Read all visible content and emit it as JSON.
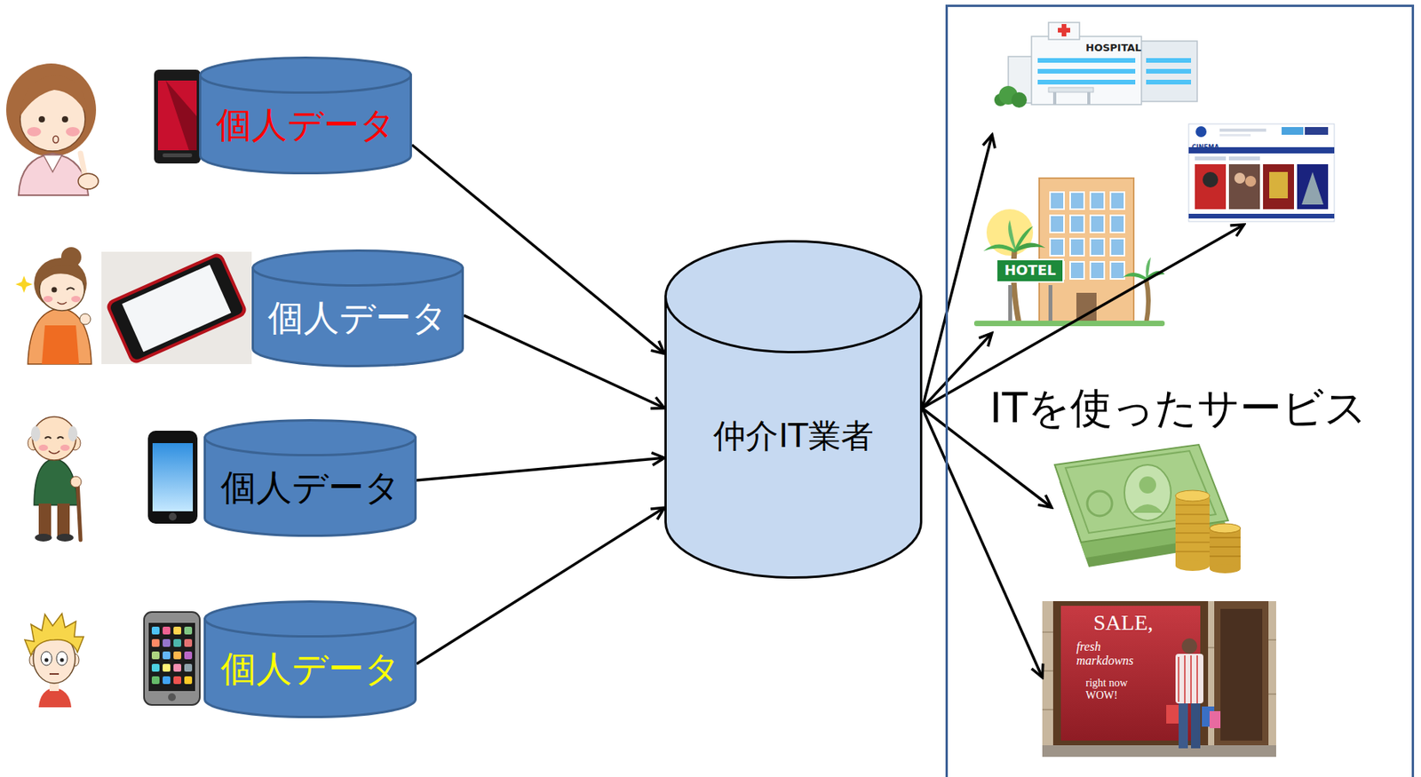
{
  "diagram": {
    "nodes": [
      {
        "text": [
          "個人データ"
        ]
      },
      {
        "text": [
          "個人データ"
        ]
      },
      {
        "text": [
          "個人データ"
        ]
      },
      {
        "text": [
          "個人データ"
        ]
      },
      {
        "text": [
          "仲介IT業者"
        ]
      },
      {
        "text": [
          "ITを使ったサービス"
        ]
      },
      {
        "text": [
          "HOSPITAL"
        ],
        "in": 5
      },
      {
        "text": [
          "HOTEL"
        ],
        "in": 5
      },
      {
        "text": [
          "CINEMA"
        ],
        "in": 5
      },
      {
        "text": [
          "SALE,",
          "fresh markdowns",
          "right now WOW!"
        ],
        "in": 5
      }
    ],
    "edges": [
      {
        "from": 0,
        "to": 4,
        "arrow": "to"
      },
      {
        "from": 1,
        "to": 4,
        "arrow": "to"
      },
      {
        "from": 2,
        "to": 4,
        "arrow": "to"
      },
      {
        "from": 3,
        "to": 4,
        "arrow": "to"
      },
      {
        "from": 4,
        "to": 6,
        "arrow": "to"
      },
      {
        "from": 4,
        "to": 7,
        "arrow": "to"
      },
      {
        "from": 4,
        "to": 8,
        "arrow": "to"
      },
      {
        "from": 4,
        "to": 9,
        "arrow": "to"
      }
    ]
  }
}
